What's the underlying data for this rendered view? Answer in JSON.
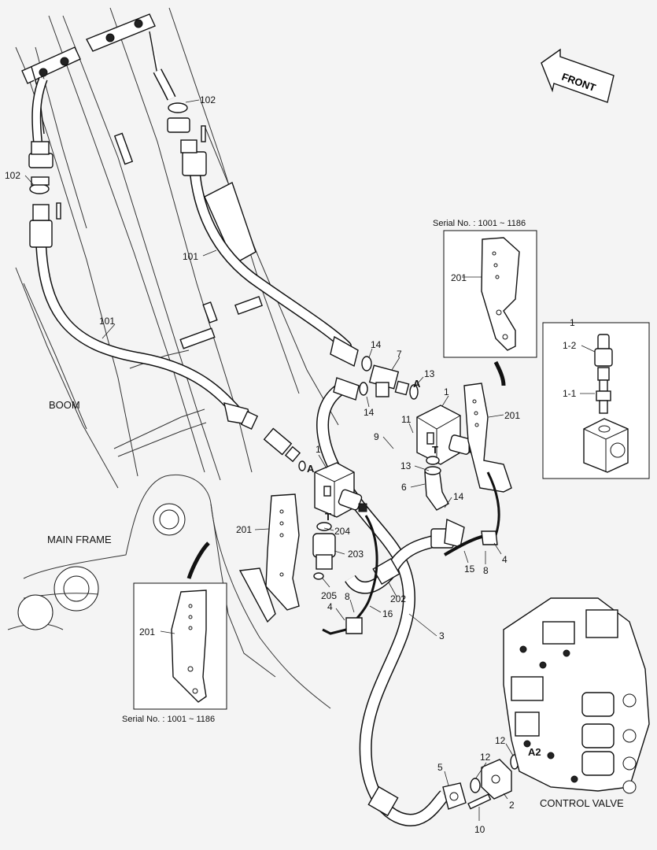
{
  "labels": {
    "front": "FRONT",
    "boom": "BOOM",
    "main_frame": "MAIN FRAME",
    "control_valve": "CONTROL VALVE",
    "serial_top": "Serial No. : 1001 ~ 1186",
    "serial_bottom": "Serial No. : 1001 ~ 1186"
  },
  "callouts": {
    "c102a": "102",
    "c102b": "102",
    "c101a": "101",
    "c101b": "101",
    "c14a": "14",
    "c7": "7",
    "c13a": "13",
    "cAa": "A",
    "c14b": "14",
    "c1a": "1",
    "c201a": "201",
    "c11": "11",
    "c9": "9",
    "cTa": "T",
    "c13b": "13",
    "c6": "6",
    "c14c": "14",
    "c15": "15",
    "c8a": "8",
    "c4a": "4",
    "c1b": "1",
    "cAb": "A",
    "c201b": "201",
    "cTb": "T",
    "c204": "204",
    "c203": "203",
    "c205": "205",
    "c8b": "8",
    "c4b": "4",
    "c16": "16",
    "c202": "202",
    "c3": "3",
    "c201c": "201",
    "c201d": "201",
    "c1box": "1",
    "c1_2": "1-2",
    "c1_1": "1-1",
    "c12a": "12",
    "c12b": "12",
    "cA2": "A2",
    "c5": "5",
    "c2": "2",
    "c10": "10"
  }
}
